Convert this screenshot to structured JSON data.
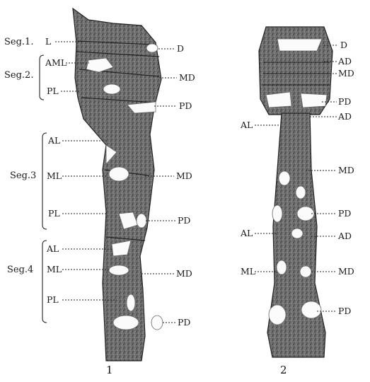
{
  "figure1": {
    "number": "1",
    "segments": [
      {
        "label": "Seg.1.",
        "left": [
          "L"
        ],
        "right": [
          "D"
        ]
      },
      {
        "label": "Seg.2.",
        "left": [
          "AML",
          "PL"
        ],
        "right": [
          "MD",
          "PD"
        ]
      },
      {
        "label": "Seg.3",
        "left": [
          "AL",
          "ML",
          "PL"
        ],
        "right": [
          "MD",
          "PD"
        ]
      },
      {
        "label": "Seg.4",
        "left": [
          "AL",
          "ML",
          "PL"
        ],
        "right": [
          "MD",
          "PD"
        ]
      }
    ]
  },
  "figure2": {
    "number": "2",
    "right": [
      "D",
      "AD",
      "MD",
      "PD",
      "AD",
      "MD",
      "PD",
      "AD",
      "MD",
      "PD"
    ],
    "left": [
      "AL",
      "AL",
      "ML"
    ]
  }
}
